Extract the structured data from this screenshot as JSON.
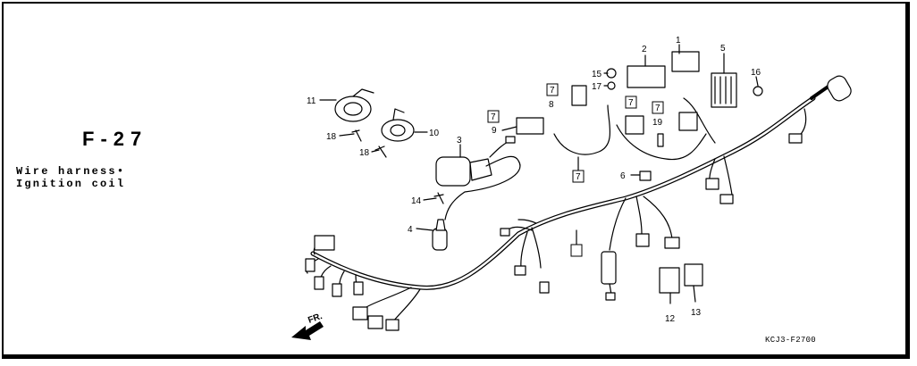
{
  "figure": {
    "number": "F-27",
    "title_line1": "Wire harness•",
    "title_line2": "Ignition coil",
    "code": "KCJ3-F2700"
  },
  "arrow_label": "FR.",
  "callouts": [
    "1",
    "2",
    "3",
    "4",
    "5",
    "6",
    "7",
    "7",
    "7",
    "7",
    "7",
    "8",
    "9",
    "10",
    "11",
    "12",
    "13",
    "14",
    "15",
    "16",
    "17",
    "18",
    "18",
    "19"
  ]
}
